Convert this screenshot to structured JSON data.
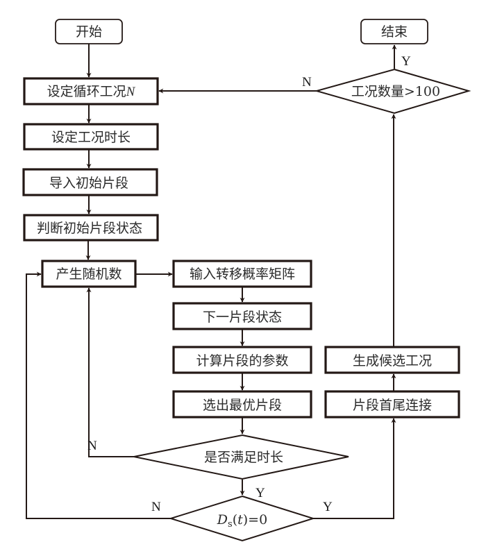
{
  "diagram": {
    "type": "flowchart",
    "colors": {
      "stroke": "#231815",
      "text": "#2a2a2a",
      "background": "#ffffff"
    },
    "nodes": [
      {
        "id": "start",
        "shape": "terminal",
        "label": "开始"
      },
      {
        "id": "set-cycle",
        "shape": "process",
        "label": "设定循环工况",
        "label_italic": "N"
      },
      {
        "id": "set-duration",
        "shape": "process",
        "label": "设定工况时长"
      },
      {
        "id": "import-initial",
        "shape": "process",
        "label": "导入初始片段"
      },
      {
        "id": "judge-initial-state",
        "shape": "process",
        "label": "判断初始片段状态"
      },
      {
        "id": "gen-random",
        "shape": "process",
        "label": "产生随机数"
      },
      {
        "id": "input-matrix",
        "shape": "process",
        "label": "输入转移概率矩阵"
      },
      {
        "id": "next-state",
        "shape": "process",
        "label": "下一片段状态"
      },
      {
        "id": "calc-params",
        "shape": "process",
        "label": "计算片段的参数"
      },
      {
        "id": "select-best",
        "shape": "process",
        "label": "选出最优片段"
      },
      {
        "id": "check-duration",
        "shape": "decision",
        "label": "是否满足时长"
      },
      {
        "id": "check-ds",
        "shape": "decision",
        "label_math": {
          "base": "D",
          "sub": "s",
          "rest": "(",
          "var": "t",
          "tail": ")=0"
        }
      },
      {
        "id": "connect-segments",
        "shape": "process",
        "label": "片段首尾连接"
      },
      {
        "id": "gen-candidate",
        "shape": "process",
        "label": "生成候选工况"
      },
      {
        "id": "check-count",
        "shape": "decision",
        "label": "工况数量>100"
      },
      {
        "id": "end",
        "shape": "terminal",
        "label": "结束"
      }
    ],
    "edges": [
      {
        "from": "start",
        "to": "set-cycle",
        "label": ""
      },
      {
        "from": "set-cycle",
        "to": "set-duration",
        "label": ""
      },
      {
        "from": "set-duration",
        "to": "import-initial",
        "label": ""
      },
      {
        "from": "import-initial",
        "to": "judge-initial-state",
        "label": ""
      },
      {
        "from": "judge-initial-state",
        "to": "gen-random",
        "label": ""
      },
      {
        "from": "gen-random",
        "to": "input-matrix",
        "label": ""
      },
      {
        "from": "input-matrix",
        "to": "next-state",
        "label": ""
      },
      {
        "from": "next-state",
        "to": "calc-params",
        "label": ""
      },
      {
        "from": "calc-params",
        "to": "select-best",
        "label": ""
      },
      {
        "from": "select-best",
        "to": "check-duration",
        "label": ""
      },
      {
        "from": "check-duration",
        "to": "gen-random",
        "label": "N"
      },
      {
        "from": "check-duration",
        "to": "check-ds",
        "label": "Y"
      },
      {
        "from": "check-ds",
        "to": "gen-random",
        "label": "N"
      },
      {
        "from": "check-ds",
        "to": "connect-segments",
        "label": "Y"
      },
      {
        "from": "connect-segments",
        "to": "gen-candidate",
        "label": ""
      },
      {
        "from": "gen-candidate",
        "to": "check-count",
        "label": ""
      },
      {
        "from": "check-count",
        "to": "end",
        "label": "Y"
      },
      {
        "from": "check-count",
        "to": "set-cycle",
        "label": "N"
      }
    ]
  }
}
